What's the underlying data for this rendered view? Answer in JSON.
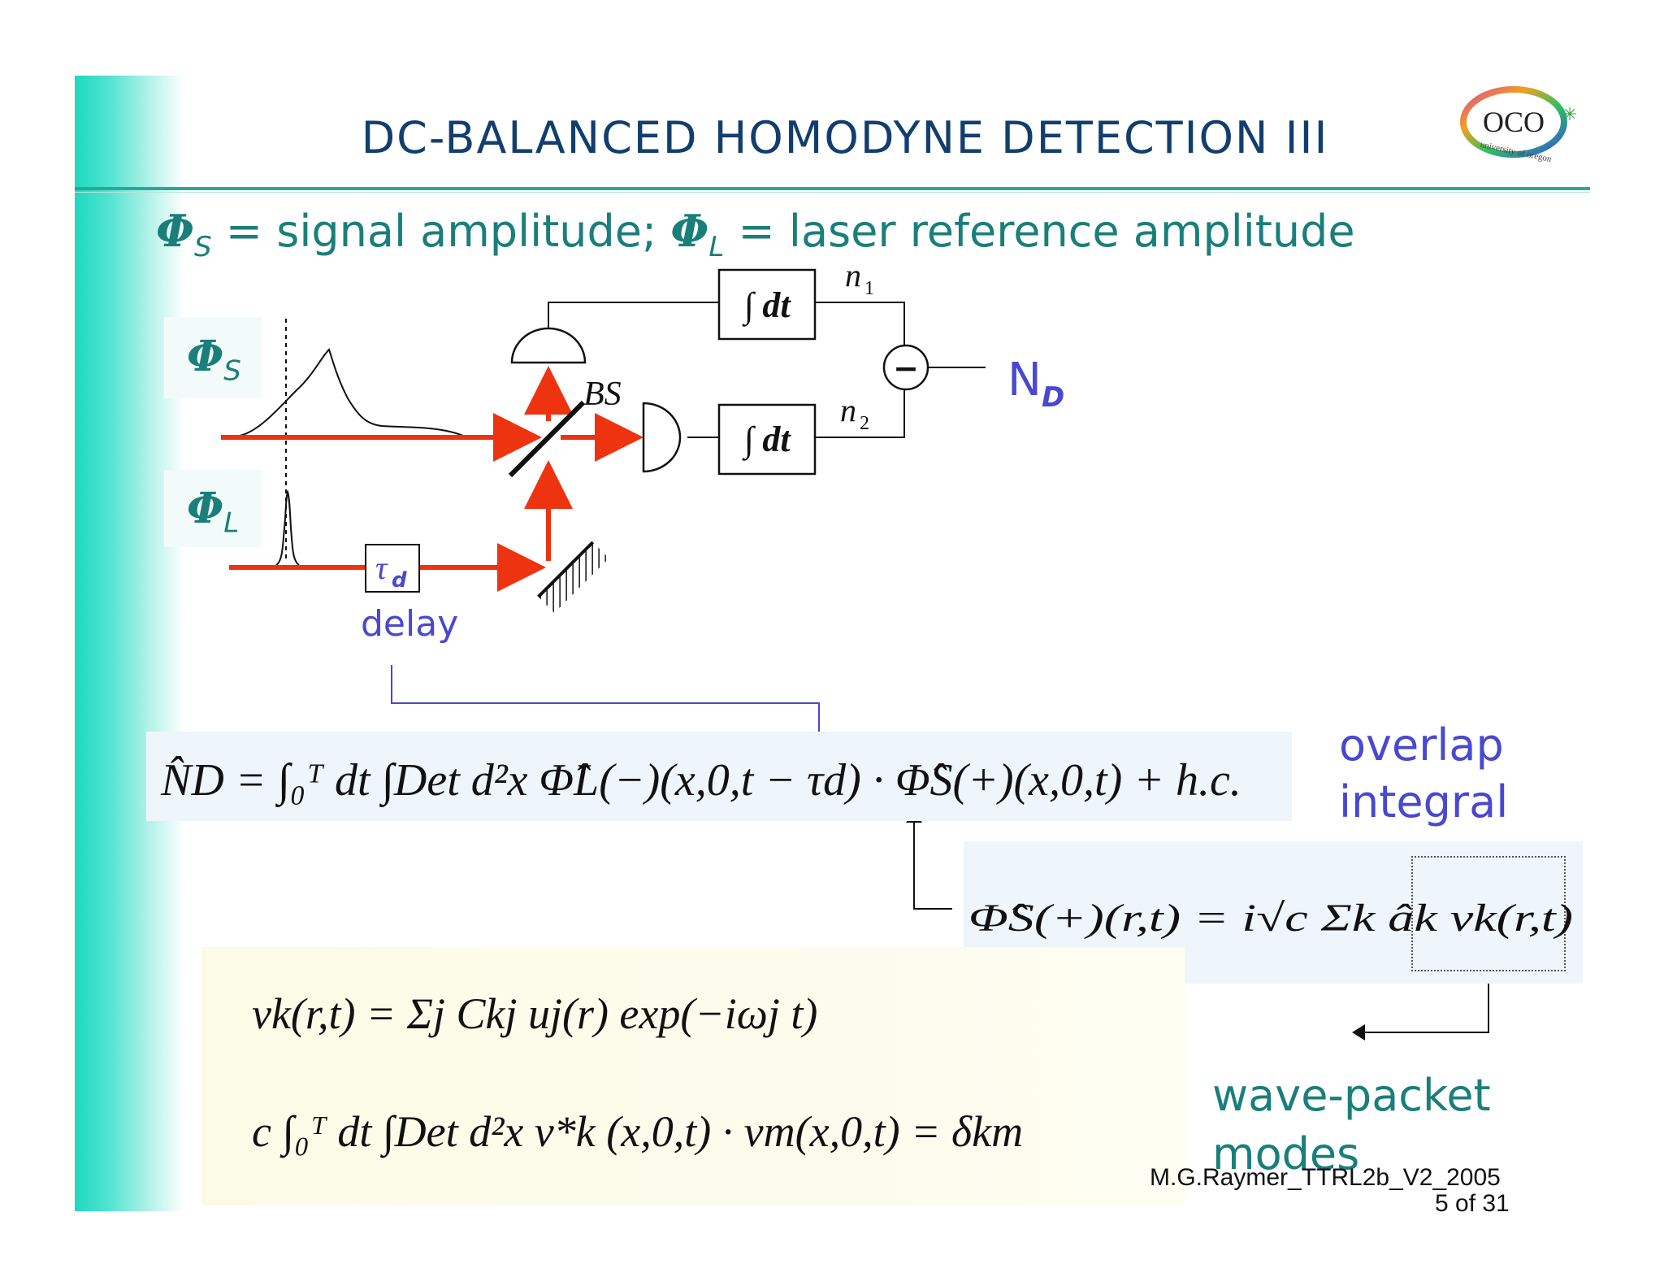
{
  "title": "DC-BALANCED HOMODYNE DETECTION III",
  "subtitle": {
    "phi_s_symbol": "Φ",
    "phi_s_sub": "S",
    "part1": " = signal amplitude; ",
    "phi_l_symbol": "Φ",
    "phi_l_sub": "L",
    "part2": " = laser reference amplitude"
  },
  "logo": {
    "text": "OCO",
    "ring_text": "university of oregon"
  },
  "diagram": {
    "phi_s_label": "Φ",
    "phi_s_sub": "S",
    "phi_l_label": "Φ",
    "phi_l_sub": "L",
    "bs_label": "BS",
    "integrator_1": "∫ dt",
    "integrator_2": "∫ dt",
    "n1": "n",
    "n1_sub": "1",
    "n2": "n",
    "n2_sub": "2",
    "minus": "−",
    "output": "N",
    "output_sub": "D",
    "delay_symbol": "τ",
    "delay_sub": "d",
    "delay_label": "delay"
  },
  "equations": {
    "main": "N̂D = ∫₀ᵀ dt ∫Det d²x Φ̂L(−)(x,0,t − τd) · Φ̂S(+)(x,0,t)  +  h.c.",
    "field": "Φ̂S(+)(r,t) = i√c Σk âk vk(r,t)",
    "mode_expansion": "vk(r,t) = Σj Ckj uj(r) exp(−iωj t)",
    "orthonormality": "c ∫₀ᵀ dt ∫Det d²x v*k (x,0,t) · vm(x,0,t) = δkm"
  },
  "annotations": {
    "overlap_line1": "overlap",
    "overlap_line2": "integral",
    "wave_line1": "wave-packet",
    "wave_line2": "modes"
  },
  "footer": {
    "credit": "M.G.Raymer_TTRL2b_V2_2005",
    "page": "5 of 31"
  },
  "colors": {
    "title": "#123e6e",
    "teal": "#1a7f7a",
    "blue": "#4848d0",
    "beam": "#ee3311",
    "sidebar": "#1fd9c0"
  }
}
